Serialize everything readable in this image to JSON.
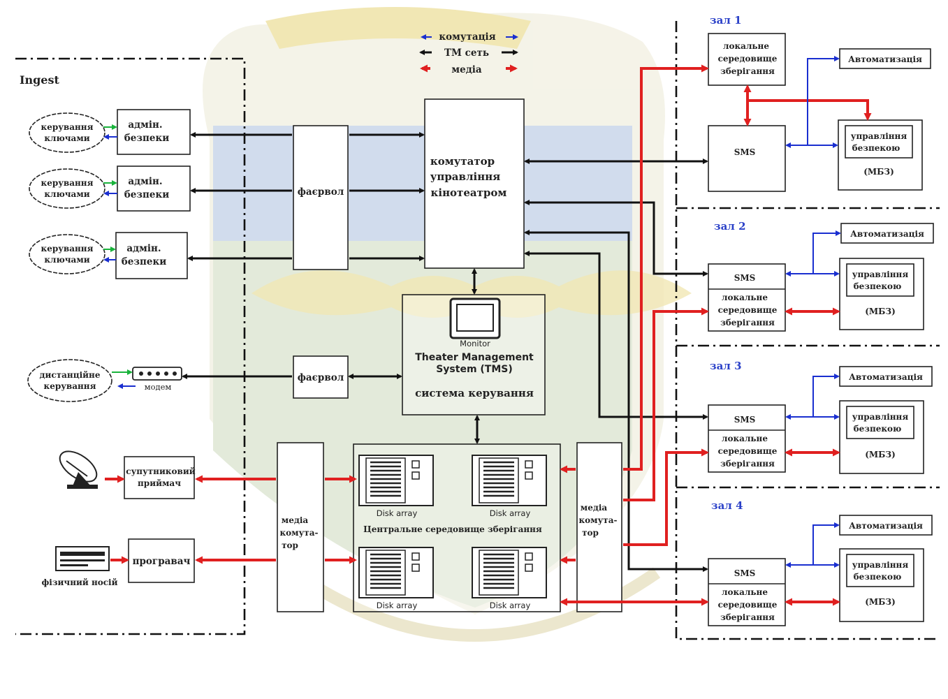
{
  "legend": {
    "switching": "комутація",
    "tm_network": "TM сеть",
    "media": "медіа"
  },
  "ingest": {
    "title": "Ingest",
    "key_cloud": [
      "керування",
      "ключами"
    ],
    "admin_box": [
      "адмін.",
      "безпеки"
    ],
    "remote_cloud": [
      "дистанційне",
      "керування"
    ],
    "modem": "модем",
    "satellite_receiver": [
      "супутниковий",
      "приймач"
    ],
    "player": "програвач",
    "physical_media": "фізичний носій"
  },
  "firewall": "фаєрвол",
  "switch_box": [
    "комутатор",
    "управління",
    "кінотеатром"
  ],
  "tms": {
    "monitor": "Monitor",
    "en_line1": "Theater Management",
    "en_line2": "System (TMS)",
    "ua": "система керування"
  },
  "media_switch": [
    "медіа",
    "комута-",
    "тор"
  ],
  "storage": {
    "disk_label": "Disk array",
    "central_label": "Центральне середовище зберігання"
  },
  "halls": {
    "hall1": "зал 1",
    "hall2": "зал 2",
    "hall3": "зал 3",
    "hall4": "зал 4",
    "sms": "SMS",
    "local_storage": [
      "локальне",
      "середовище",
      "зберігання"
    ],
    "automation": "Автоматизація",
    "security": [
      "управління",
      "безпекою",
      "(МБЗ)"
    ]
  },
  "colors": {
    "switching": "#1a2fd0",
    "tm_network": "#111111",
    "media": "#e02020",
    "key_link": "#19b33b",
    "emblem_blue": "#c9d6ea",
    "emblem_green": "#dfe7d4",
    "emblem_gold": "#efe3a8"
  }
}
